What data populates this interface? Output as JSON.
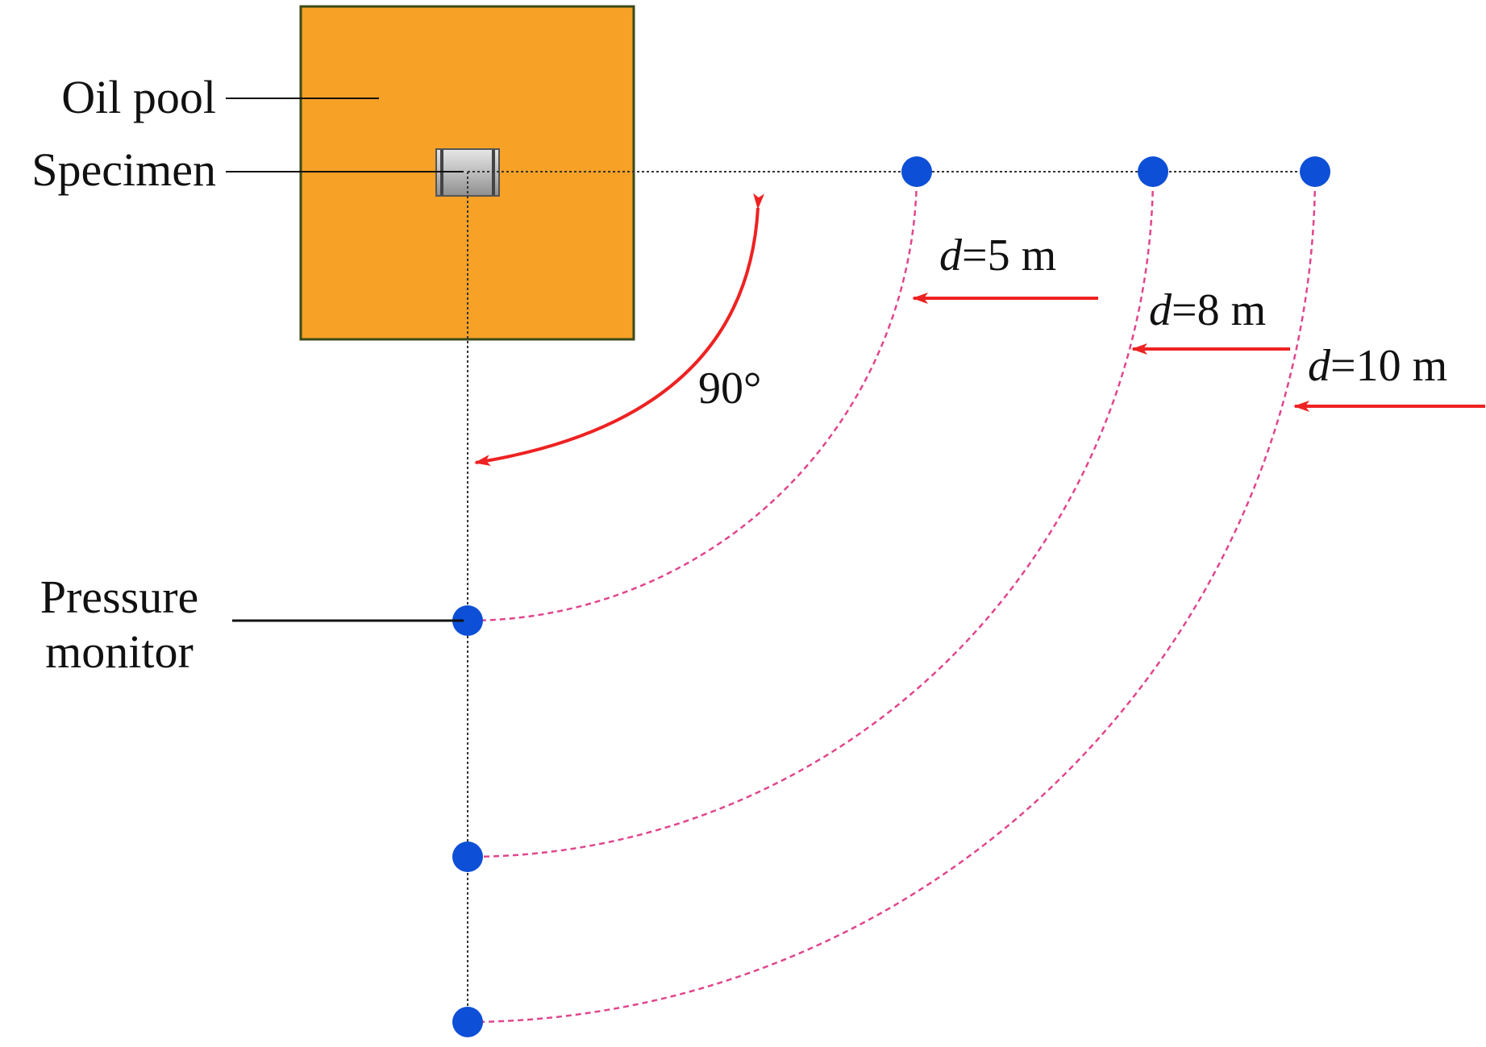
{
  "labels": {
    "oil_pool": "Oil pool",
    "specimen": "Specimen",
    "pressure_monitor_line1": "Pressure",
    "pressure_monitor_line2": "monitor",
    "angle": "90°"
  },
  "distances": [
    {
      "var": "d",
      "text": "=5 m"
    },
    {
      "var": "d",
      "text": "=8 m"
    },
    {
      "var": "d",
      "text": "=10 m"
    }
  ],
  "colors": {
    "oil_pool_fill": "#F7A126",
    "oil_pool_border": "#3a4a1a",
    "specimen": "#c9c9c9",
    "monitor_dot": "#0d4fd6",
    "arc_dashed": "#e0468c",
    "arrow": "#ee2222",
    "guide_line": "#333333"
  }
}
